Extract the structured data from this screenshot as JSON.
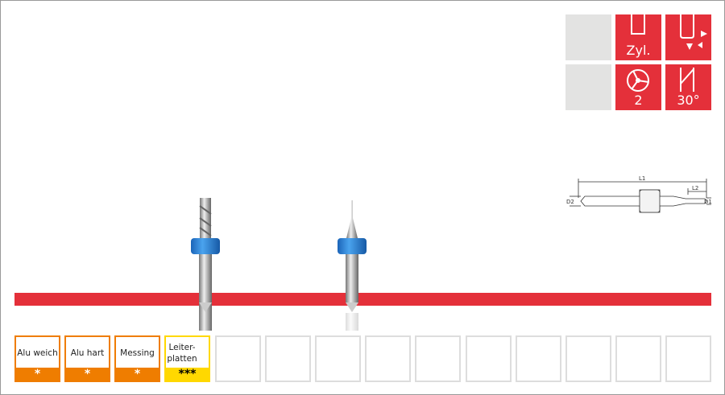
{
  "icons": [
    {
      "name": "empty",
      "label": ""
    },
    {
      "name": "cylindrical-shank",
      "label": "Zyl."
    },
    {
      "name": "cutting-edge",
      "label": ""
    },
    {
      "name": "empty",
      "label": ""
    },
    {
      "name": "flutes",
      "label": "2"
    },
    {
      "name": "helix-angle",
      "label": "30°"
    }
  ],
  "diagram": {
    "l1": "L1",
    "l2": "L2",
    "d1": "D1",
    "d2": "D2"
  },
  "materials": [
    {
      "label": "Alu weich",
      "rating": "*",
      "color": "#ef7d00"
    },
    {
      "label": "Alu hart",
      "rating": "*",
      "color": "#ef7d00"
    },
    {
      "label": "Messing",
      "rating": "*",
      "color": "#ef7d00"
    },
    {
      "label": "Leiter- platten",
      "rating": "***",
      "color": "#ffd800"
    }
  ],
  "colors": {
    "accent": "#e4303a",
    "orange": "#ef7d00",
    "yellow": "#ffd800"
  }
}
